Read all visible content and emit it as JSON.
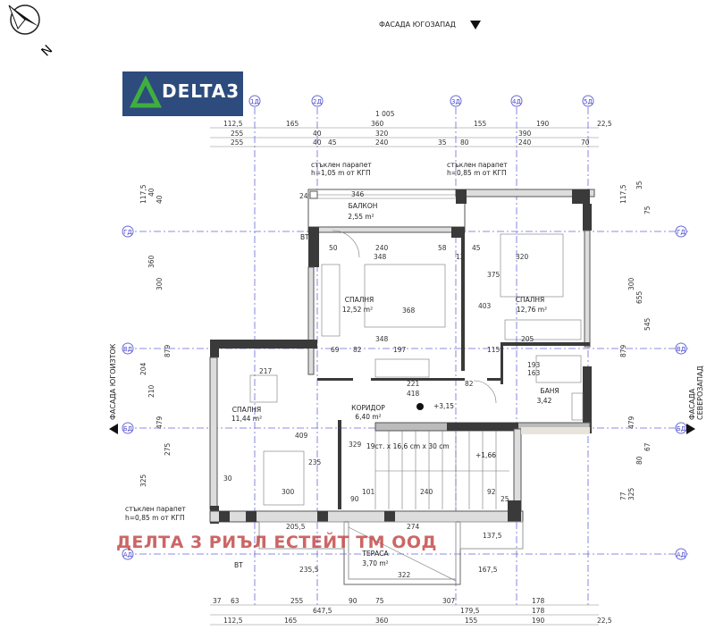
{
  "logo": {
    "text": "DELTA3",
    "colors": {
      "bg": "#2d4b7c",
      "triangle": "#3fae3f"
    }
  },
  "watermark": "ДЕЛТА 3 РИЪЛ ЕСТЕЙТ ТМ ООД",
  "compass": {
    "label": "N"
  },
  "facades": {
    "top": "ФАСАДА ЮГОЗАПАД",
    "left": "ФАСАДА ЮГОИЗТОК",
    "right": "ФАСАДА СЕВЕРОЗАПАД"
  },
  "axes": {
    "vertical": [
      "1Д",
      "2Д",
      "3Д",
      "4Д",
      "5Д"
    ],
    "horizontal": [
      "ГД",
      "ВД",
      "БД",
      "АД"
    ]
  },
  "rooms": [
    {
      "name": "БАЛКОН",
      "area": "2,55 m²"
    },
    {
      "name": "СПАЛНЯ",
      "area": "12,52 m²"
    },
    {
      "name": "СПАЛНЯ",
      "area": "12,76 m²"
    },
    {
      "name": "СПАЛНЯ",
      "area": "11,44 m²"
    },
    {
      "name": "КОРИДОР",
      "area": "6,40 m²"
    },
    {
      "name": "БАНЯ",
      "area": "3,42"
    },
    {
      "name": "ТЕРАСА",
      "area": "3,70 m²"
    }
  ],
  "notes": {
    "parapet1": [
      "стъклен парапет",
      "h=1,05 m от КГП"
    ],
    "parapet2": [
      "стъклен парапет",
      "h=0,85 m от КГП"
    ],
    "parapet3": [
      "стъклен парапет",
      "h=0,85 m от КГП"
    ],
    "stairs": "19ст. х 16,6 cm х 30 cm",
    "level1": "+3,15",
    "level2": "+1,66",
    "vt": "ВТ"
  },
  "dimensions": {
    "top_total": "1 005",
    "top_row1": [
      "112,5",
      "165",
      "360",
      "155",
      "190",
      "22,5"
    ],
    "top_row2": [
      "255",
      "40",
      "320",
      "390"
    ],
    "top_row3": [
      "255",
      "40",
      "45",
      "240",
      "35",
      "80",
      "240",
      "70"
    ],
    "bottom_row1": [
      "37",
      "63",
      "255",
      "90",
      "75",
      "307",
      "178"
    ],
    "bottom_row2": [
      "647,5",
      "179,5",
      "178"
    ],
    "bottom_row3": [
      "112,5",
      "165",
      "360",
      "155",
      "190",
      "22,5"
    ],
    "left": [
      "117,5",
      "360",
      "300",
      "879",
      "204",
      "210",
      "479",
      "275",
      "325",
      "40",
      "40"
    ],
    "right": [
      "117,5",
      "300",
      "655",
      "545",
      "879",
      "479",
      "80",
      "67",
      "77",
      "325",
      "35",
      "75"
    ],
    "interior": [
      "346",
      "24",
      "240",
      "348",
      "50",
      "58",
      "12",
      "45",
      "320",
      "375",
      "403",
      "368",
      "348",
      "69",
      "82",
      "197",
      "115",
      "205",
      "217",
      "221",
      "418",
      "82",
      "193",
      "163",
      "409",
      "329",
      "235",
      "300",
      "101",
      "90",
      "240",
      "92",
      "25",
      "205,5",
      "274",
      "137,5",
      "235,5",
      "322",
      "167,5",
      "30"
    ]
  }
}
